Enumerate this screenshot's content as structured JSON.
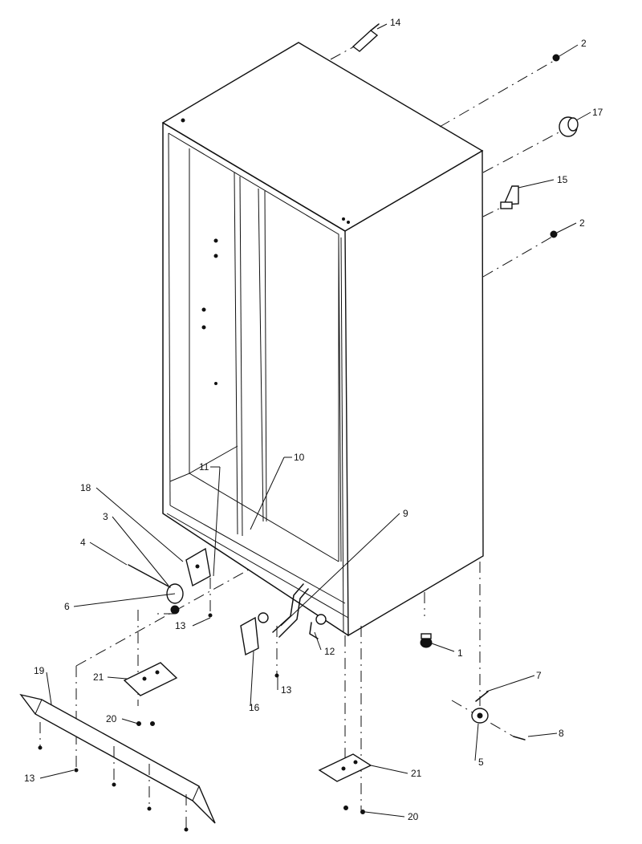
{
  "diagram": {
    "callouts": [
      {
        "id": "c14",
        "text": "14"
      },
      {
        "id": "c2a",
        "text": "2"
      },
      {
        "id": "c17",
        "text": "17"
      },
      {
        "id": "c15",
        "text": "15"
      },
      {
        "id": "c2b",
        "text": "2"
      },
      {
        "id": "c10",
        "text": "10"
      },
      {
        "id": "c11",
        "text": "11"
      },
      {
        "id": "c18",
        "text": "18"
      },
      {
        "id": "c3",
        "text": "3"
      },
      {
        "id": "c4",
        "text": "4"
      },
      {
        "id": "c9",
        "text": "9"
      },
      {
        "id": "c6",
        "text": "6"
      },
      {
        "id": "c13a",
        "text": "13"
      },
      {
        "id": "c12",
        "text": "12"
      },
      {
        "id": "c1",
        "text": "1"
      },
      {
        "id": "c7",
        "text": "7"
      },
      {
        "id": "c19",
        "text": "19"
      },
      {
        "id": "c21a",
        "text": "21"
      },
      {
        "id": "c16",
        "text": "16"
      },
      {
        "id": "c13b",
        "text": "13"
      },
      {
        "id": "c20a",
        "text": "20"
      },
      {
        "id": "c8",
        "text": "8"
      },
      {
        "id": "c5",
        "text": "5"
      },
      {
        "id": "c13c",
        "text": "13"
      },
      {
        "id": "c21b",
        "text": "21"
      },
      {
        "id": "c20b",
        "text": "20"
      }
    ]
  }
}
